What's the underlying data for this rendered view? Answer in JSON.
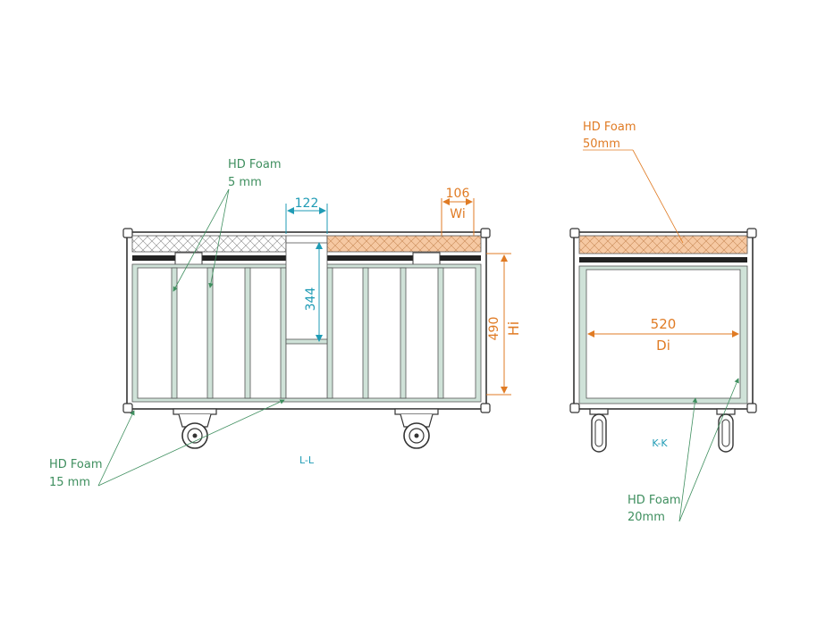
{
  "colors": {
    "outline": "#333333",
    "foam": "#7ea894",
    "orange": "#e07b24",
    "orange_fill": "#f6c9a3",
    "teal": "#1f9bb5",
    "green_text": "#3f8f5f"
  },
  "labels": {
    "hd_foam_5": {
      "name": "HD Foam",
      "size": "5 mm"
    },
    "hd_foam_15": {
      "name": "HD Foam",
      "size": "15 mm"
    },
    "hd_foam_50": {
      "name": "HD Foam",
      "size": "50mm"
    },
    "hd_foam_20": {
      "name": "HD Foam",
      "size": "20mm"
    }
  },
  "dimensions": {
    "compartment_width": "122",
    "compartment_height": "344",
    "wi_value": "106",
    "wi_label": "Wi",
    "hi_value": "490",
    "hi_label": "Hi",
    "di_value": "520",
    "di_label": "Di"
  },
  "views": {
    "side_view": "L-L",
    "end_view": "K-K"
  }
}
